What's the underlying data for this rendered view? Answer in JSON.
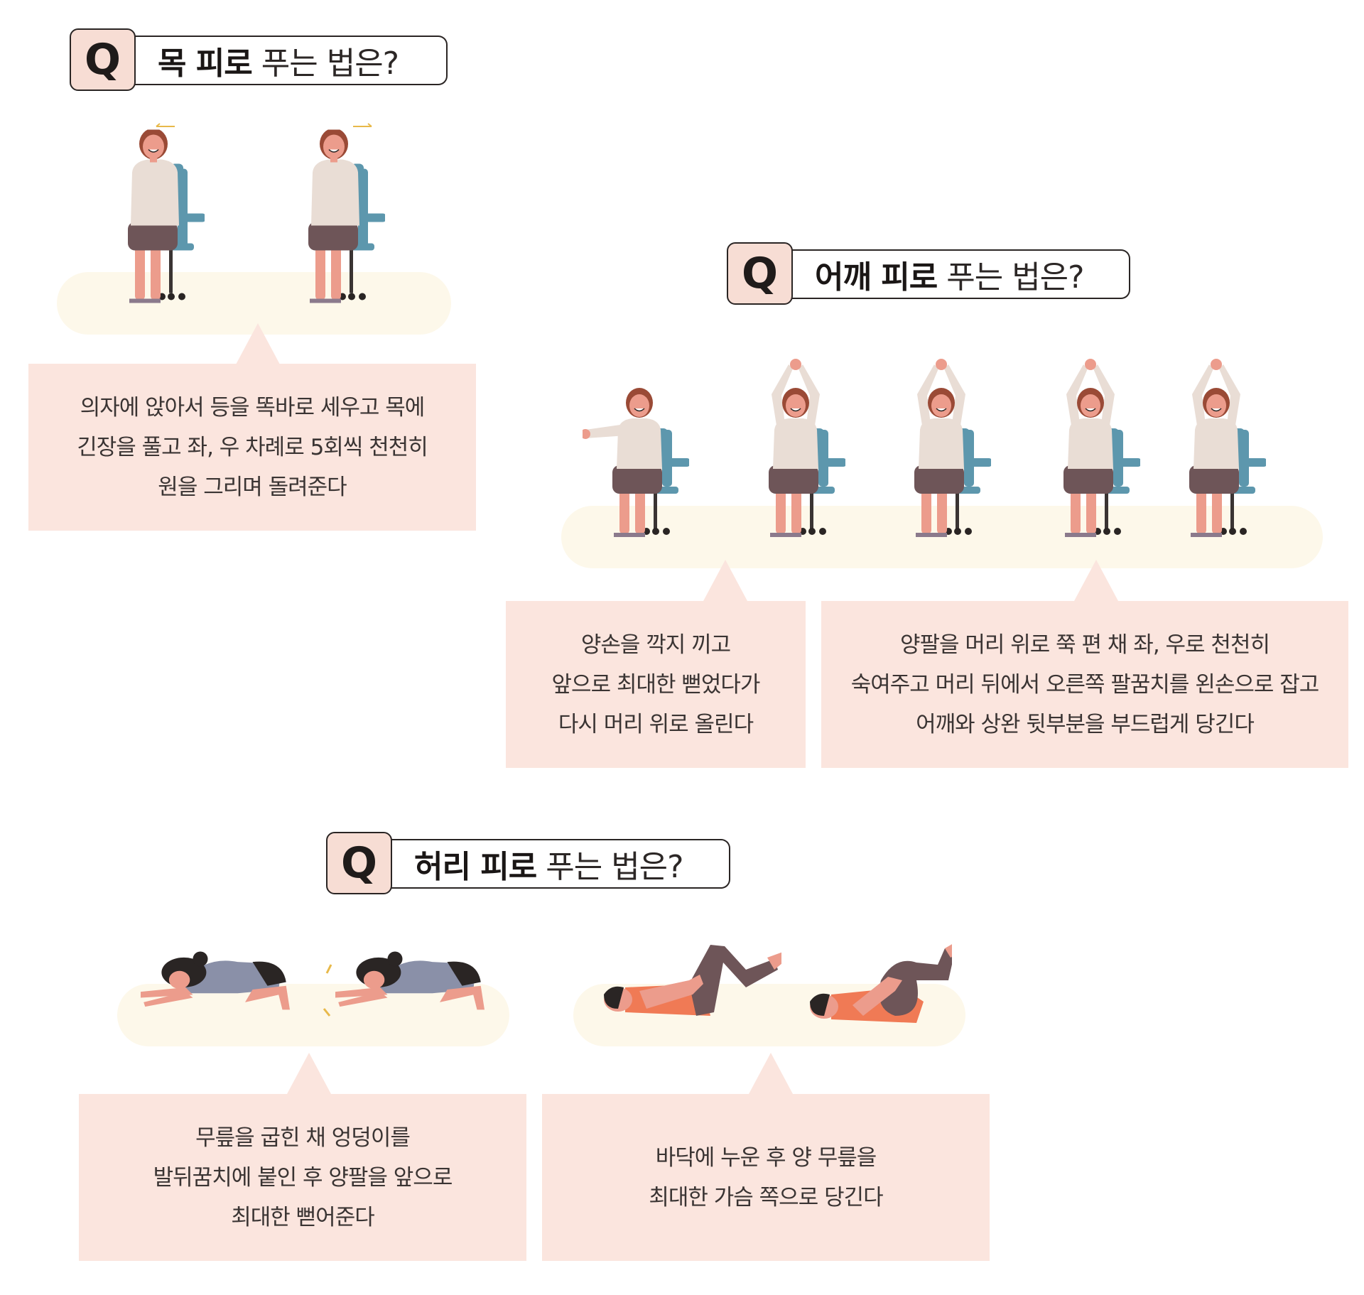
{
  "sections": {
    "neck": {
      "q_mark": "Q",
      "title_bold": "목 피로",
      "title_rest": "푸는 법은?",
      "callout_lines": [
        "의자에 앉아서 등을 똑바로 세우고 목에",
        "긴장을 풀고 좌, 우 차례로 5회씩 천천히",
        "원을 그리며 돌려준다"
      ]
    },
    "shoulder": {
      "q_mark": "Q",
      "title_bold": "어깨 피로",
      "title_rest": "푸는 법은?",
      "callout_left_lines": [
        "양손을 깍지 끼고",
        "앞으로 최대한 뻗었다가",
        "다시 머리 위로 올린다"
      ],
      "callout_right_lines": [
        "양팔을 머리 위로 쭉 편 채 좌, 우로 천천히",
        "숙여주고 머리 뒤에서 오른쪽 팔꿈치를 왼손으로 잡고",
        "어깨와 상완 뒷부분을 부드럽게 당긴다"
      ]
    },
    "back": {
      "q_mark": "Q",
      "title_bold": "허리 피로",
      "title_rest": "푸는 법은?",
      "callout_left_lines": [
        "무릎을 굽힌 채 엉덩이를",
        "발뒤꿈치에 붙인 후 양팔을 앞으로",
        "최대한 뻗어준다"
      ],
      "callout_right_lines": [
        "바닥에 누운 후 양 무릎을",
        "최대한 가슴 쪽으로 당긴다"
      ]
    }
  },
  "colors": {
    "q_box": "#f7ddd4",
    "callout": "#fbe5de",
    "floor": "#fdf8ea",
    "skin": "#ec9c8c",
    "hair": "#9a4a36",
    "shirt": "#e9ddd5",
    "skirt": "#6e5558",
    "chair": "#5d97ad",
    "shorts": "#2a2524",
    "top": "#8a90a8",
    "orange": "#f07a55"
  }
}
